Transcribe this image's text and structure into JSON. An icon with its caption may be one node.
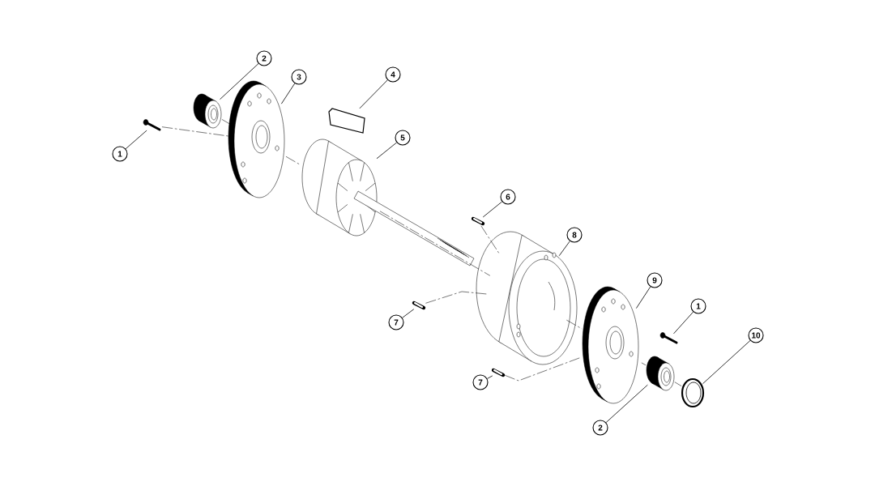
{
  "diagram": {
    "nodes": [
      {
        "text": [
          "2"
        ]
      },
      {
        "text": [
          "3"
        ]
      },
      {
        "text": [
          "4"
        ]
      },
      {
        "text": [
          "1"
        ]
      },
      {
        "text": [
          "5"
        ]
      },
      {
        "text": [
          "6"
        ]
      },
      {
        "text": [
          "8"
        ]
      },
      {
        "text": [
          "9"
        ]
      },
      {
        "text": [
          "1"
        ]
      },
      {
        "text": [
          "7"
        ]
      },
      {
        "text": [
          "10"
        ]
      },
      {
        "text": [
          "7"
        ]
      },
      {
        "text": [
          "2"
        ]
      },
      {
        "text": [],
        "shape": "picture"
      },
      {
        "text": [],
        "shape": "picture"
      },
      {
        "text": [],
        "shape": "picture"
      },
      {
        "text": [],
        "shape": "picture"
      },
      {
        "text": [],
        "shape": "picture"
      },
      {
        "text": [],
        "shape": "picture"
      },
      {
        "text": [],
        "shape": "picture"
      },
      {
        "text": [],
        "shape": "picture"
      },
      {
        "text": [],
        "shape": "picture"
      },
      {
        "text": [],
        "shape": "picture"
      },
      {
        "text": [],
        "shape": "picture"
      },
      {
        "text": [],
        "shape": "picture"
      },
      {
        "text": [],
        "shape": "picture"
      }
    ],
    "edges": [
      {
        "from": 0,
        "to": 14,
        "arrow": "none"
      },
      {
        "from": 1,
        "to": 15,
        "arrow": "none"
      },
      {
        "from": 2,
        "to": 16,
        "arrow": "none"
      },
      {
        "from": 3,
        "to": 13,
        "arrow": "none"
      },
      {
        "from": 4,
        "to": 17,
        "arrow": "none"
      },
      {
        "from": 5,
        "to": 18,
        "arrow": "none"
      },
      {
        "from": 6,
        "to": 20,
        "arrow": "none"
      },
      {
        "from": 7,
        "to": 21,
        "arrow": "none"
      },
      {
        "from": 8,
        "to": 22,
        "arrow": "none"
      },
      {
        "from": 9,
        "to": 19,
        "arrow": "none"
      },
      {
        "from": 10,
        "to": 25,
        "arrow": "none"
      },
      {
        "from": 11,
        "to": 23,
        "arrow": "none"
      },
      {
        "from": 12,
        "to": 24,
        "arrow": "none"
      },
      {
        "from": 13,
        "to": 15,
        "arrow": "none",
        "style": "dashed"
      },
      {
        "from": 18,
        "to": 20,
        "arrow": "none",
        "style": "dashed"
      },
      {
        "from": 19,
        "to": 20,
        "arrow": "none",
        "style": "dashed"
      },
      {
        "from": 23,
        "to": 21,
        "arrow": "none",
        "style": "dashed"
      },
      {
        "from": 14,
        "to": 15,
        "arrow": "none",
        "style": "dashed"
      },
      {
        "from": 15,
        "to": 17,
        "arrow": "none",
        "style": "dashed"
      },
      {
        "from": 17,
        "to": 20,
        "arrow": "none",
        "style": "dashed"
      },
      {
        "from": 20,
        "to": 21,
        "arrow": "none",
        "style": "dashed"
      },
      {
        "from": 21,
        "to": 24,
        "arrow": "none",
        "style": "dashed"
      },
      {
        "from": 24,
        "to": 25,
        "arrow": "none",
        "style": "dashed"
      }
    ]
  }
}
